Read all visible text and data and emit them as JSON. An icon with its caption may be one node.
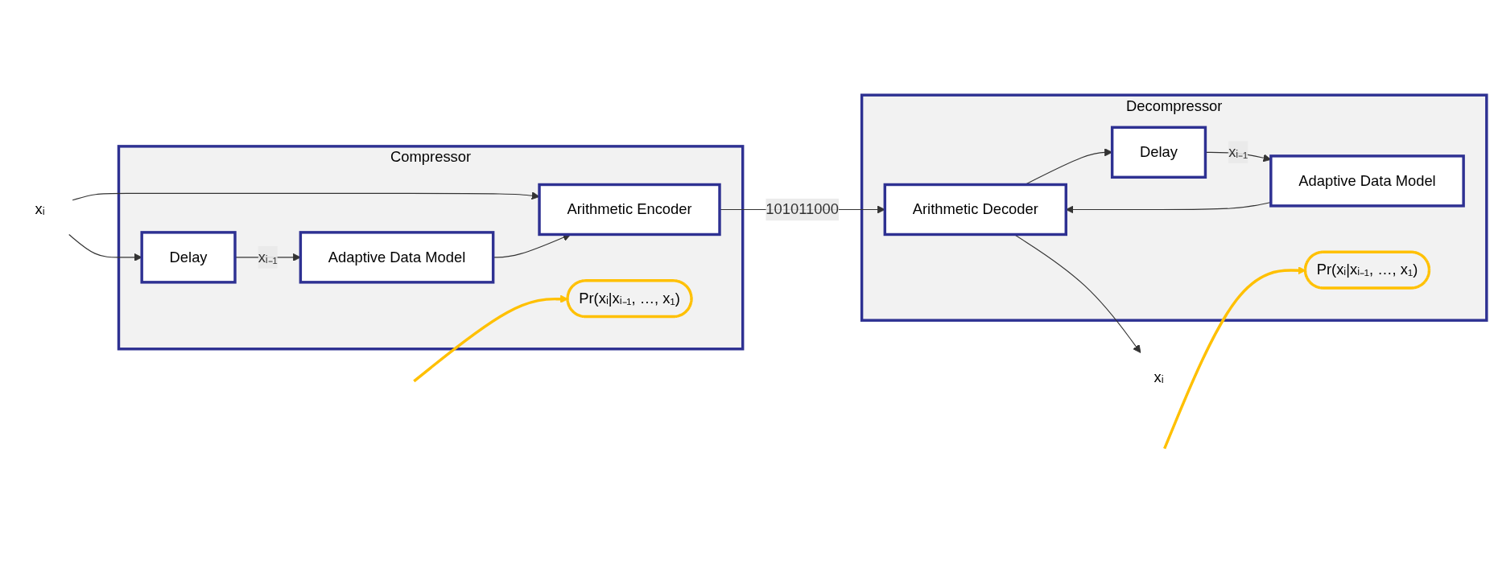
{
  "diagram": {
    "nodes": [
      {
        "text": [
          "Compressor"
        ]
      },
      {
        "text": [
          "Adaptive Data Model"
        ],
        "in": 0
      },
      {
        "text": [
          "Delay"
        ],
        "in": 0
      },
      {
        "text": [
          "Arithmetic Encoder"
        ],
        "in": 0
      },
      {
        "text": [
          "Pr(xᵢ|xᵢ₋₁, …, x₁)"
        ],
        "in": 0
      },
      {
        "text": [
          "Decompressor"
        ]
      },
      {
        "text": [
          "Adaptive Data Model"
        ],
        "in": 5
      },
      {
        "text": [
          "Pr(xᵢ|xᵢ₋₁, …, x₁)"
        ],
        "in": 5
      },
      {
        "text": [
          "Delay"
        ],
        "in": 5
      },
      {
        "text": [
          "Arithmetic Decoder"
        ],
        "in": 5
      },
      {
        "text": [
          "xᵢ"
        ]
      },
      {
        "text": [
          "xᵢ"
        ]
      }
    ],
    "edges": [
      {
        "from": 10,
        "to": 2,
        "arrow": "to"
      },
      {
        "from": 10,
        "to": 3,
        "arrow": "to"
      },
      {
        "from": 2,
        "to": 1,
        "label": "xᵢ₋₁",
        "arrow": "to"
      },
      {
        "from": 1,
        "to": 3,
        "arrow": "to"
      },
      {
        "from": null,
        "to": 4,
        "arrow": "to",
        "color": "#ffc000"
      },
      {
        "from": null,
        "to": 7,
        "arrow": "to",
        "color": "#ffc000"
      },
      {
        "from": 3,
        "to": 9,
        "label": "101011000",
        "arrow": "to"
      },
      {
        "from": 6,
        "to": 9,
        "arrow": "to"
      },
      {
        "from": 9,
        "to": 8,
        "arrow": "to"
      },
      {
        "from": 8,
        "to": 6,
        "label": "xᵢ₋₁",
        "arrow": "to"
      },
      {
        "from": 9,
        "to": 11,
        "arrow": "to"
      }
    ]
  }
}
